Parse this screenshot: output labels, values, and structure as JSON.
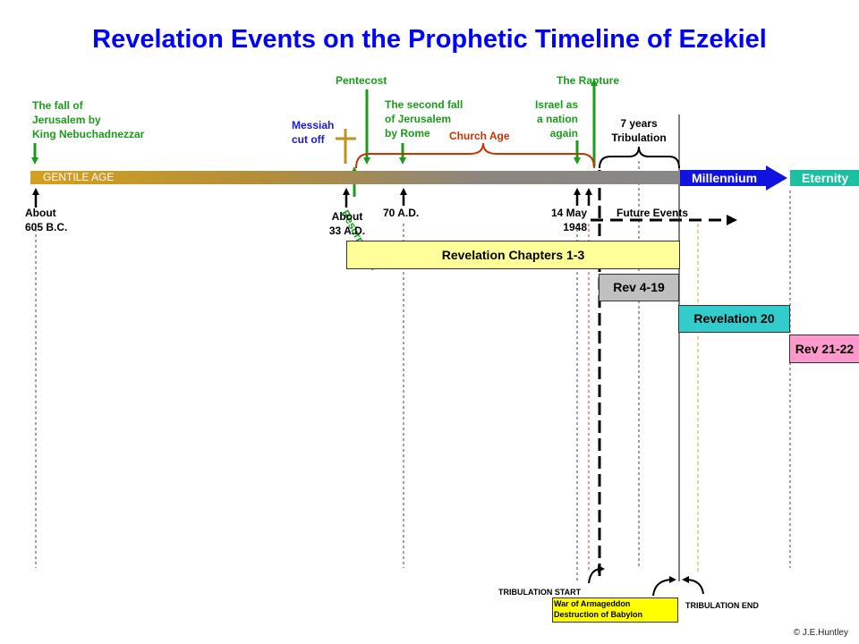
{
  "title": "Revelation Events on the Prophetic Timeline of Ezekiel",
  "labels": {
    "fall_jerusalem": "The fall of\nJerusalem by\nKing Nebuchadnezzar",
    "pentecost": "Pentecost",
    "messiah": "Messiah\ncut off",
    "second_fall": "The second fall\nof Jerusalem\nby Rome",
    "church_age": "Church Age",
    "israel_nation": "Israel as\na nation\nagain",
    "rapture": "The Rapture",
    "seven_years": "7 years\nTribulation",
    "gentile_age": "GENTILE AGE",
    "millennium": "Millennium",
    "eternity": "Eternity",
    "resurrection": "Resurrection",
    "about_605": "About\n605 B.C.",
    "about_33": "About\n33 A.D.",
    "ad70": "70 A.D.",
    "may1948": "14 May\n1948",
    "future_events": "Future Events",
    "trib_start": "TRIBULATION START",
    "trib_end": "TRIBULATION END",
    "armageddon": "War of Armageddon\nDestruction of Babylon",
    "copyright": "© J.E.Huntley"
  },
  "boxes": {
    "rev_1_3": "Revelation  Chapters 1-3",
    "rev_4_19": "Rev 4-19",
    "rev_20": "Revelation 20",
    "rev_21_22": "Rev 21-22"
  },
  "colors": {
    "title": "#0000ff",
    "event_green": "#1a9c1a",
    "church_age_red": "#cc3300",
    "millennium": "#1212e0",
    "eternity": "#1ac0a0",
    "rev_1_3_fill": "#ffff99",
    "rev_4_19_fill": "#c0c0c0",
    "rev_20_fill": "#33cccc",
    "rev_21_22_fill": "#ff99cc",
    "armageddon_fill": "#ffff00"
  }
}
